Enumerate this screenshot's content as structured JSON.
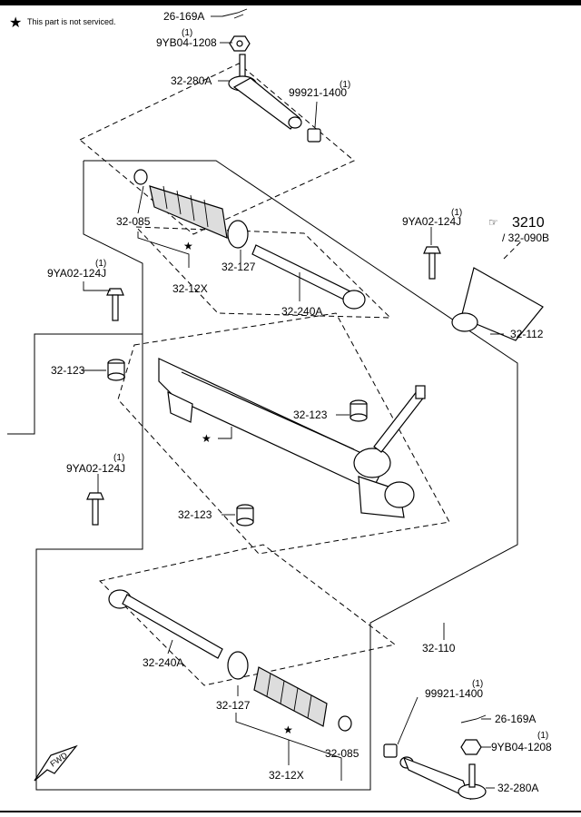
{
  "note": {
    "text": "This part is not serviced."
  },
  "labels": {
    "top_26_169A": "26-169A",
    "top_9YB04_qty": "(1)",
    "top_9YB04": "9YB04-1208",
    "top_32_280A": "32-280A",
    "top_99921_qty": "(1)",
    "top_99921": "99921-1400",
    "upper_32_085": "32-085",
    "upper_32_127": "32-127",
    "upper_32_12X": "32-12X",
    "upper_32_240A": "32-240A",
    "left_9YA02_qty": "(1)",
    "left_9YA02": "9YA02-124J",
    "left_32_123": "32-123",
    "right_9YA02_qty": "(1)",
    "right_9YA02": "9YA02-124J",
    "ref_3210": "3210",
    "ref_32_090B": "/ 32-090B",
    "right_32_112": "32-112",
    "mid_32_123": "32-123",
    "low_9YA02_qty": "(1)",
    "low_9YA02": "9YA02-124J",
    "low_32_123": "32-123",
    "lower_32_240A": "32-240A",
    "right_32_110": "32-110",
    "lower_32_127": "32-127",
    "lower_32_12X": "32-12X",
    "lower_32_085": "32-085",
    "bot_99921_qty": "(1)",
    "bot_99921": "99921-1400",
    "bot_26_169A": "26-169A",
    "bot_9YB04_qty": "(1)",
    "bot_9YB04": "9YB04-1208",
    "bot_32_280A": "32-280A",
    "fwd": "FWD"
  }
}
